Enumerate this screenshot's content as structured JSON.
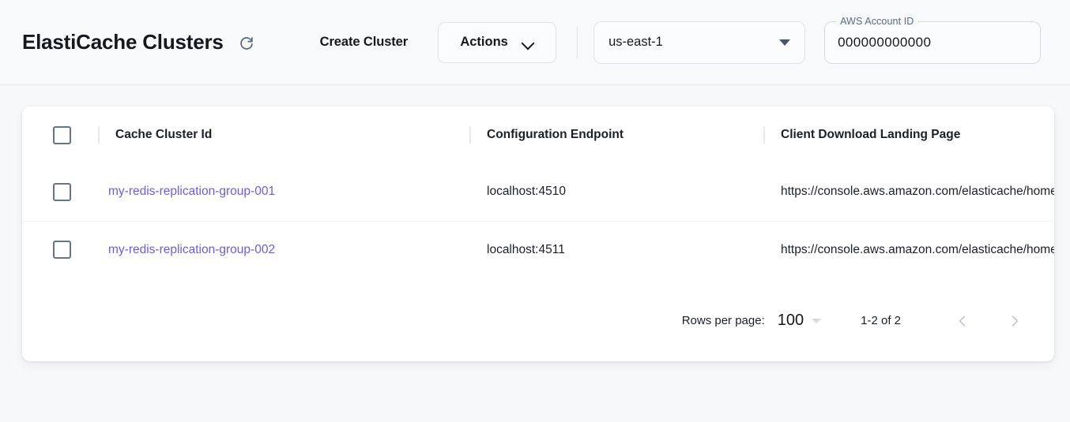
{
  "header": {
    "title": "ElastiCache Clusters",
    "refresh_icon": "refresh-icon",
    "create_cluster_label": "Create Cluster",
    "actions_label": "Actions",
    "actions_icon": "chevron-down-icon",
    "region": {
      "selected": "us-east-1",
      "icon": "triangle-down-icon"
    },
    "account": {
      "label": "AWS Account ID",
      "value": "000000000000"
    }
  },
  "table": {
    "columns": [
      {
        "key": "checkbox",
        "label": ""
      },
      {
        "key": "cluster_id",
        "label": "Cache Cluster Id"
      },
      {
        "key": "endpoint",
        "label": "Configuration Endpoint"
      },
      {
        "key": "landing_page",
        "label": "Client Download Landing Page"
      }
    ],
    "rows": [
      {
        "cluster_id": "my-redis-replication-group-001",
        "endpoint": "localhost:4510",
        "landing_page": "https://console.aws.amazon.com/elasticache/home"
      },
      {
        "cluster_id": "my-redis-replication-group-002",
        "endpoint": "localhost:4511",
        "landing_page": "https://console.aws.amazon.com/elasticache/home"
      }
    ]
  },
  "pagination": {
    "rows_per_page_label": "Rows per page:",
    "rows_per_page_value": "100",
    "range_label": "1-2 of 2",
    "prev_icon": "chevron-left-icon",
    "next_icon": "chevron-right-icon"
  },
  "colors": {
    "link": "#6b5ce7",
    "page_bg": "#f7f8fa",
    "card_bg": "#ffffff",
    "checkbox_border": "#64748b"
  }
}
